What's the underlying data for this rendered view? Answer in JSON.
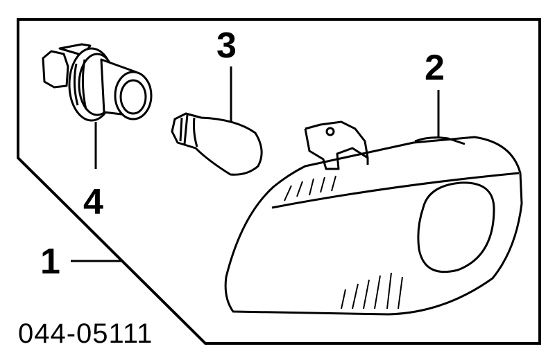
{
  "callouts": {
    "assembly": "1",
    "housing": "2",
    "bulb": "3",
    "socket": "4"
  },
  "part_number": "044-05111",
  "colors": {
    "line": "#000000",
    "background": "#ffffff"
  }
}
